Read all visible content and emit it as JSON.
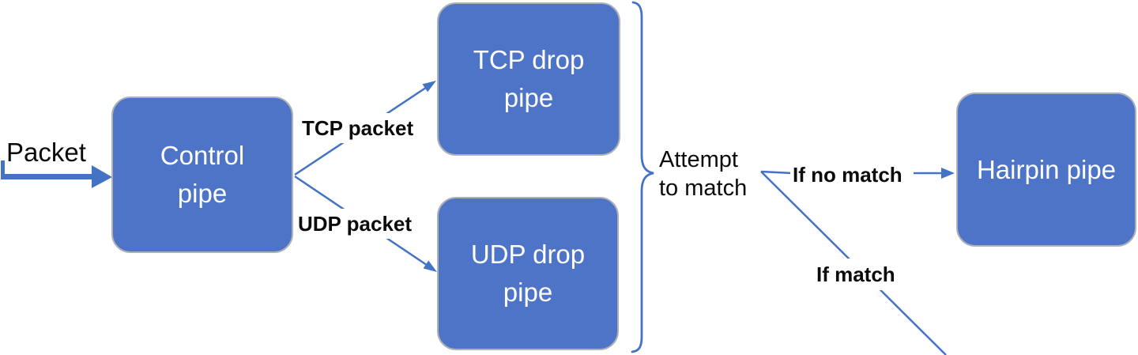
{
  "nodes": {
    "control": {
      "line1": "Control",
      "line2": "pipe"
    },
    "tcp_drop": {
      "line1": "TCP drop",
      "line2": "pipe"
    },
    "udp_drop": {
      "line1": "UDP drop",
      "line2": "pipe"
    },
    "hairpin": {
      "line1": "Hairpin pipe"
    }
  },
  "labels": {
    "packet": "Packet",
    "tcp_packet": "TCP packet",
    "udp_packet": "UDP packet",
    "attempt_line1": "Attempt",
    "attempt_line2": "to match",
    "if_no_match": "If no match",
    "if_match": "If match"
  },
  "colors": {
    "node_fill": "#4D74C6",
    "node_border": "#AEB1B7",
    "node_text": "#FFFFFF",
    "connector_blue": "#4472C4",
    "label_text": "#0B0B0B",
    "canvas_bg": "#FFFFFF"
  }
}
